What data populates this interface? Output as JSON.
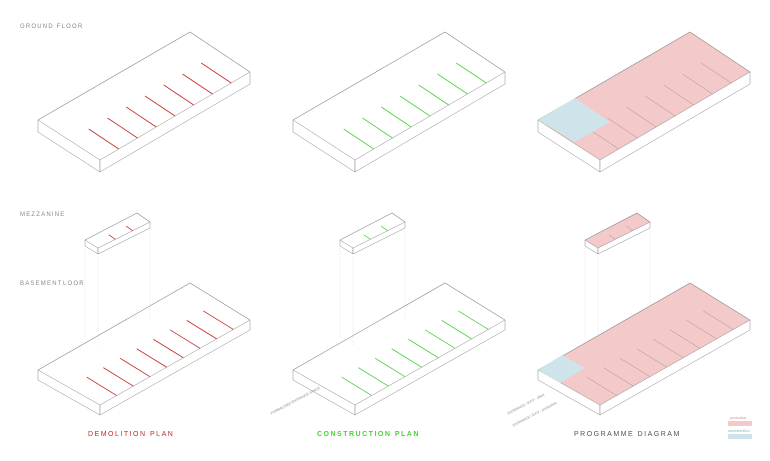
{
  "labels": {
    "ground_floor": "GROUND FLOOR",
    "mezzanine": "MEZZANINE",
    "basement": "BASEMENT",
    "basement_suffix": "LOOR"
  },
  "titles": {
    "demolition": "DEMOLITION PLAN",
    "construction": "CONSTRUCTION PLAN",
    "programme": "PROGRAMME DIAGRAM"
  },
  "annotations": {
    "construction_entrance": "FORMALISED ENTRANCE SPACE",
    "programme_exit_office": "ENTRANCE / EXIT - office",
    "programme_exit_production": "ENTRANCE / EXIT - production"
  },
  "legend": [
    {
      "label": "production",
      "color": "#f4c9c9"
    },
    {
      "label": "administration",
      "color": "#cfe4ea"
    }
  ],
  "colors": {
    "demolition": "#c62828",
    "construction": "#4cd13a",
    "line": "#888888",
    "production": "#f4c9c9",
    "administration": "#cfe4ea"
  }
}
